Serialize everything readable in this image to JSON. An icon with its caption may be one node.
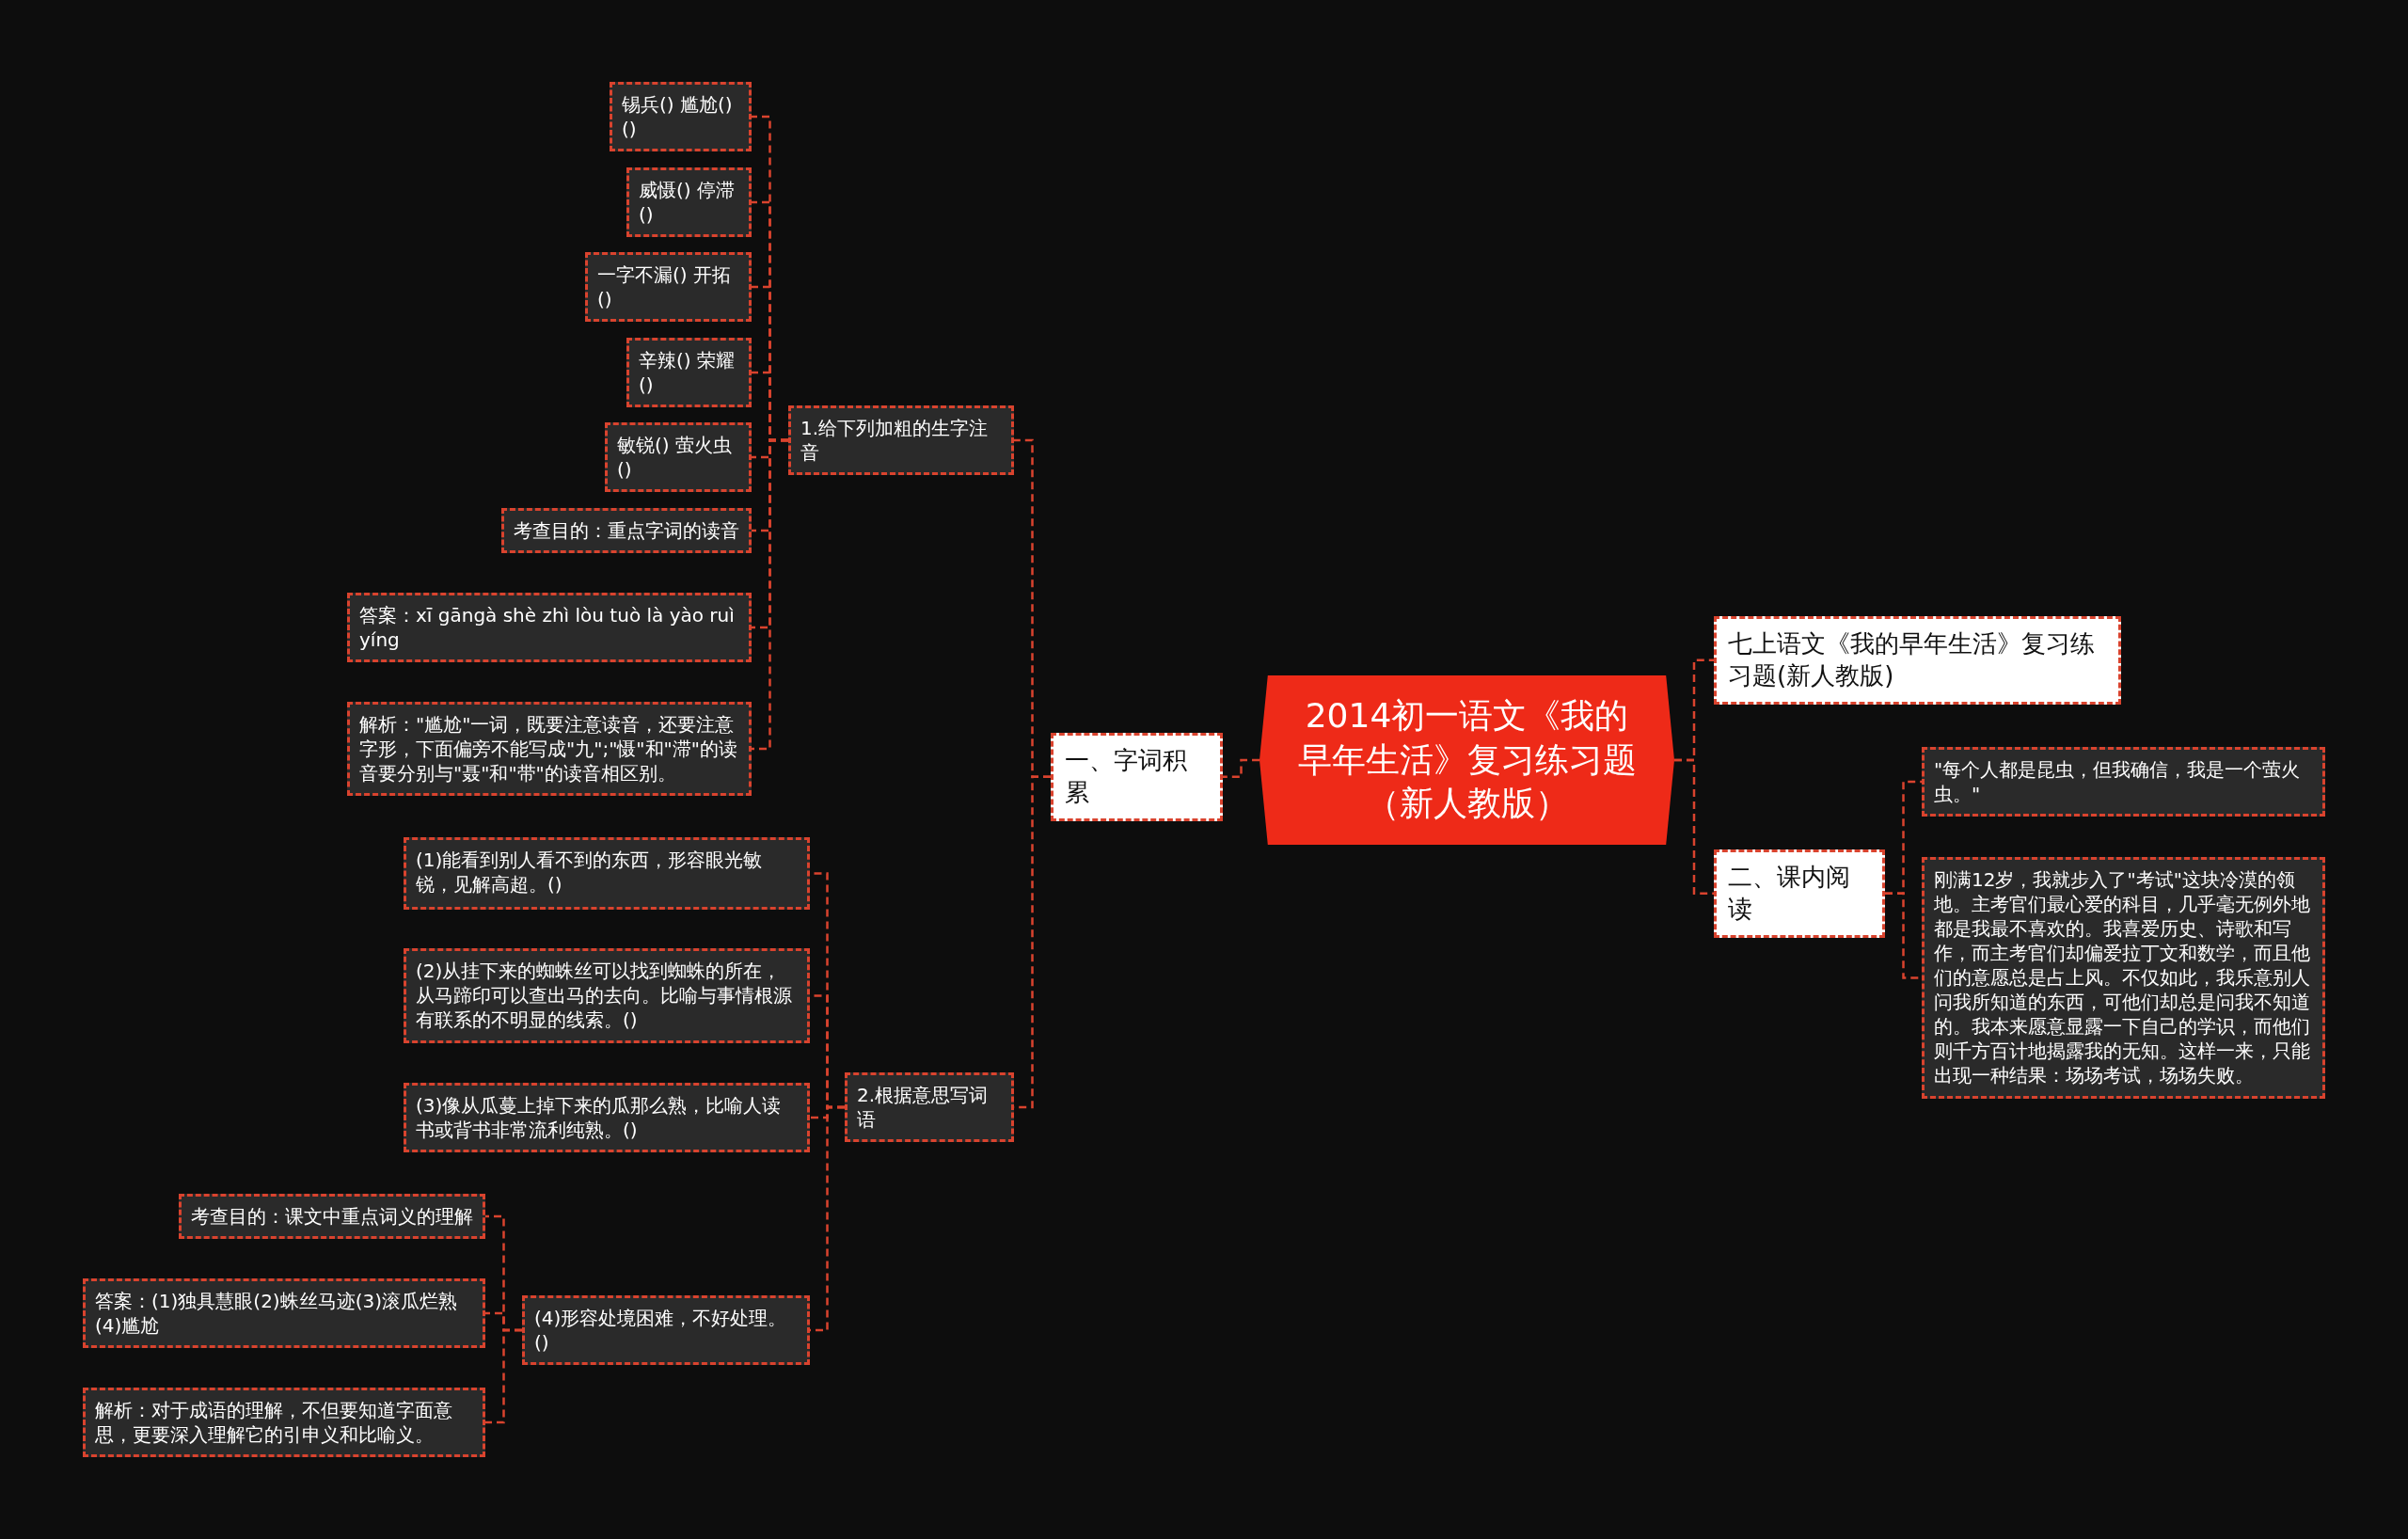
{
  "diagram": {
    "nodes": [
      {
        "text": [
          "2014初一语文《我的早年生活》复习练习题（新人教版）"
        ]
      },
      {
        "text": [
          "一、字词积累"
        ]
      },
      {
        "text": [
          "1.给下列加粗的生字注音"
        ]
      },
      {
        "text": [
          "锡兵() 尴尬()()"
        ]
      },
      {
        "text": [
          "威慑() 停滞()"
        ]
      },
      {
        "text": [
          "一字不漏() 开拓()"
        ]
      },
      {
        "text": [
          "辛辣() 荣耀()"
        ]
      },
      {
        "text": [
          "敏锐() 萤火虫()"
        ]
      },
      {
        "text": [
          "考查目的：重点字词的读音"
        ]
      },
      {
        "text": [
          "答案：xī gāngà shè zhì lòu tuò là yào ruì yíng"
        ]
      },
      {
        "text": [
          "解析：\"尴尬\"一词，既要注意读音，还要注意字形，下面偏旁不能写成\"九\";\"慑\"和\"滞\"的读音要分别与\"聂\"和\"带\"的读音相区别。"
        ]
      },
      {
        "text": [
          "2.根据意思写词语"
        ]
      },
      {
        "text": [
          "(1)能看到别人看不到的东西，形容眼光敏锐，见解高超。()"
        ]
      },
      {
        "text": [
          "(2)从挂下来的蜘蛛丝可以找到蜘蛛的所在，从马蹄印可以查出马的去向。比喻与事情根源有联系的不明显的线索。()"
        ]
      },
      {
        "text": [
          "(3)像从瓜蔓上掉下来的瓜那么熟，比喻人读书或背书非常流利纯熟。()"
        ]
      },
      {
        "text": [
          "(4)形容处境困难，不好处理。()"
        ]
      },
      {
        "text": [
          "考查目的：课文中重点词义的理解"
        ]
      },
      {
        "text": [
          "答案：(1)独具慧眼(2)蛛丝马迹(3)滚瓜烂熟(4)尴尬"
        ]
      },
      {
        "text": [
          "解析：对于成语的理解，不但要知道字面意思，更要深入理解它的引申义和比喻义。"
        ]
      },
      {
        "text": [
          "七上语文《我的早年生活》复习练习题(新人教版)"
        ]
      },
      {
        "text": [
          "二、课内阅读"
        ]
      },
      {
        "text": [
          "\"每个人都是昆虫，但我确信，我是一个萤火虫。\""
        ]
      },
      {
        "text": [
          "刚满12岁，我就步入了\"考试\"这块冷漠的领地。主考官们最心爱的科目，几乎毫无例外地都是我最不喜欢的。我喜爱历史、诗歌和写作，而主考官们却偏爱拉丁文和数学，而且他们的意愿总是占上风。不仅如此，我乐意别人问我所知道的东西，可他们却总是问我不知道的。我本来愿意显露一下自己的学识，而他们则千方百计地揭露我的无知。这样一来，只能出现一种结果：场场考试，场场失败。"
        ]
      }
    ],
    "edges": [
      {
        "from": 0,
        "to": 1,
        "arrow": "none"
      },
      {
        "from": 1,
        "to": 2,
        "arrow": "none"
      },
      {
        "from": 2,
        "to": 3,
        "arrow": "none"
      },
      {
        "from": 2,
        "to": 4,
        "arrow": "none"
      },
      {
        "from": 2,
        "to": 5,
        "arrow": "none"
      },
      {
        "from": 2,
        "to": 6,
        "arrow": "none"
      },
      {
        "from": 2,
        "to": 7,
        "arrow": "none"
      },
      {
        "from": 2,
        "to": 8,
        "arrow": "none"
      },
      {
        "from": 2,
        "to": 9,
        "arrow": "none"
      },
      {
        "from": 2,
        "to": 10,
        "arrow": "none"
      },
      {
        "from": 1,
        "to": 11,
        "arrow": "none"
      },
      {
        "from": 11,
        "to": 12,
        "arrow": "none"
      },
      {
        "from": 11,
        "to": 13,
        "arrow": "none"
      },
      {
        "from": 11,
        "to": 14,
        "arrow": "none"
      },
      {
        "from": 11,
        "to": 15,
        "arrow": "none"
      },
      {
        "from": 15,
        "to": 16,
        "arrow": "none"
      },
      {
        "from": 15,
        "to": 17,
        "arrow": "none"
      },
      {
        "from": 15,
        "to": 18,
        "arrow": "none"
      },
      {
        "from": 0,
        "to": 19,
        "arrow": "none"
      },
      {
        "from": 0,
        "to": 20,
        "arrow": "none"
      },
      {
        "from": 20,
        "to": 21,
        "arrow": "none"
      },
      {
        "from": 20,
        "to": 22,
        "arrow": "none"
      }
    ]
  }
}
